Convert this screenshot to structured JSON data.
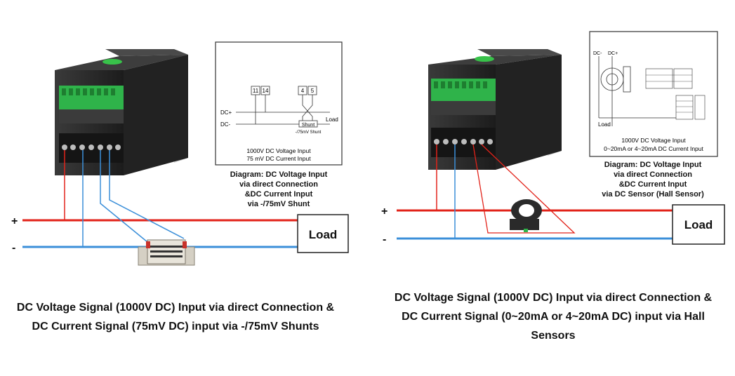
{
  "left": {
    "wire_plus": "+",
    "wire_minus": "-",
    "load_label": "Load",
    "inset": {
      "term_a": [
        "11",
        "14"
      ],
      "term_b": [
        "4",
        "5"
      ],
      "dc_plus": "DC+",
      "dc_minus": "DC-",
      "load": "Load",
      "shunt": "Shunt",
      "shunt_sub": "-/75mV Shunt",
      "desc_lines": [
        "1000V DC Voltage Input",
        "75 mV DC Current Input"
      ]
    },
    "inset_caption": [
      "Diagram: DC Voltage Input",
      "via direct Connection",
      "&DC Current Input",
      "via -/75mV Shunt"
    ],
    "caption": [
      "DC Voltage Signal (1000V DC) Input via direct Connection &",
      "DC Current Signal (75mV DC) input via -/75mV Shunts"
    ]
  },
  "right": {
    "wire_plus": "+",
    "wire_minus": "-",
    "load_label": "Load",
    "inset": {
      "dc_minus": "DC-",
      "dc_plus": "DC+",
      "load": "Load",
      "desc_lines": [
        "1000V DC Voltage Input",
        "0~20mA or 4~20mA DC Current Input"
      ]
    },
    "inset_caption": [
      "Diagram: DC Voltage Input",
      "via direct Connection",
      "&DC Current Input",
      "via DC Sensor (Hall Sensor)"
    ],
    "caption": [
      "DC Voltage Signal (1000V DC) Input via direct Connection &",
      "DC Current Signal (0~20mA or 4~20mA DC) input via Hall",
      "Sensors"
    ]
  },
  "colors": {
    "red_wire": "#e2231a",
    "blue_wire": "#3b8fd9",
    "meter_body": "#2a2a2a",
    "terminal_green": "#2fb34a"
  }
}
